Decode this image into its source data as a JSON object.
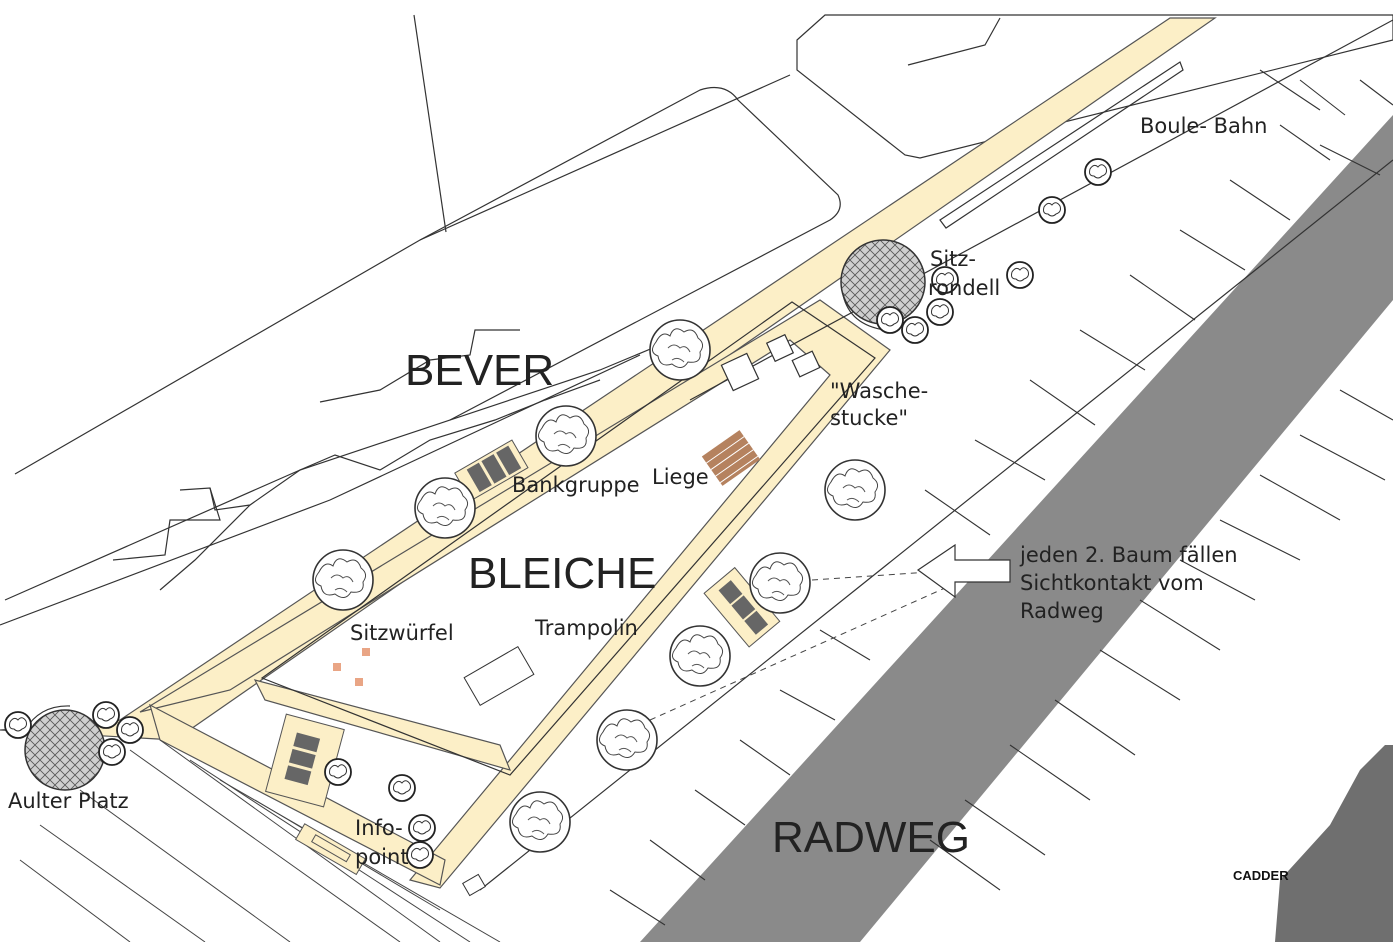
{
  "labels": {
    "river": "BEVER",
    "meadow": "BLEICHE",
    "cycle_path": "RADWEG",
    "boule": "Boule- Bahn",
    "sitz_line1": "Sitz-",
    "sitz_line2": "rondell",
    "wasche_line1": "\"Wasche-",
    "wasche_line2": "stucke\"",
    "liege": "Liege",
    "bankgruppe": "Bankgruppe",
    "sitzwurfel": "Sitzwürfel",
    "trampolin": "Trampolin",
    "info_line1": "Info-",
    "info_line2": "point",
    "aulter": "Aulter Platz",
    "note_line1": "jeden 2. Baum fällen",
    "note_line2": "Sichtkontakt vom",
    "note_line3": "Radweg",
    "logo": "CADDER"
  },
  "colors": {
    "path_fill": "#fcefc7",
    "road": "#8a8a8a",
    "building": "#6f6f6f",
    "bench": "#666666",
    "liege": "#b5825f",
    "cube": "#e9a585"
  }
}
